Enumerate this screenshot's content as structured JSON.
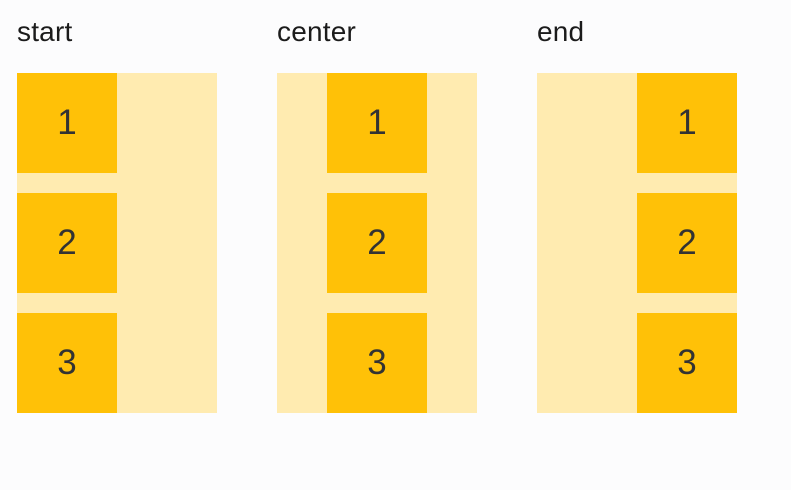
{
  "page": {
    "background": "#FCFCFD"
  },
  "colors": {
    "page_bg": "#FCFCFD",
    "container": "#FFEBB0",
    "item": "#FFC107",
    "label_text": "#1B1B1B",
    "digit_text": "#333333"
  },
  "examples": [
    {
      "label": "start",
      "alignment": "start",
      "items": [
        "1",
        "2",
        "3"
      ]
    },
    {
      "label": "center",
      "alignment": "center",
      "items": [
        "1",
        "2",
        "3"
      ]
    },
    {
      "label": "end",
      "alignment": "end",
      "items": [
        "1",
        "2",
        "3"
      ]
    }
  ]
}
